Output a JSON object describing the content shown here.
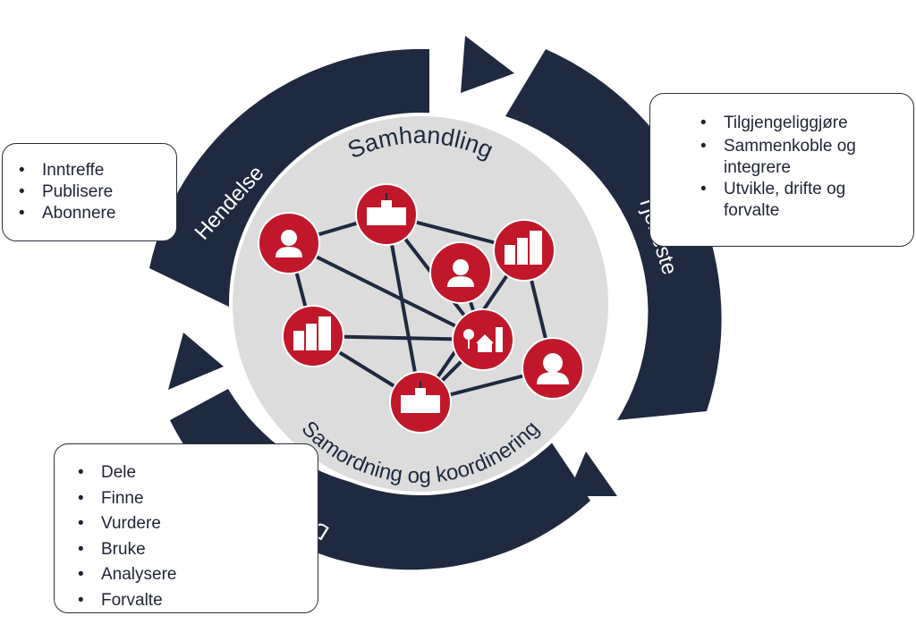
{
  "center_title": "Samhandling",
  "center_subtitle": "Samordning og koordinering",
  "ring_labels": {
    "hendelse": "Hendelse",
    "tjeneste": "Tjeneste",
    "data": "Data"
  },
  "hendelse_box": {
    "items": [
      "Inntreffe",
      "Publisere",
      "Abonnere"
    ]
  },
  "tjeneste_box": {
    "items": [
      "Tilgjengeliggjøre",
      "Sammenkoble og integrere",
      "Utvikle, drifte og forvalte"
    ]
  },
  "data_box": {
    "items": [
      "Dele",
      "Finne",
      "Vurdere",
      "Bruke",
      "Analysere",
      "Forvalte"
    ]
  },
  "colors": {
    "ring": "#1f2a40",
    "node": "#c0182a",
    "center": "#dcdcdc",
    "edge": "#1f2a40"
  },
  "nodes": [
    {
      "id": "person-woman",
      "icon": "person-icon"
    },
    {
      "id": "building-top",
      "icon": "municipality-building-icon"
    },
    {
      "id": "person-man",
      "icon": "person-icon"
    },
    {
      "id": "office-top-right",
      "icon": "office-buildings-icon"
    },
    {
      "id": "office-left",
      "icon": "office-buildings-icon"
    },
    {
      "id": "house-town",
      "icon": "house-tree-icon"
    },
    {
      "id": "person-curly",
      "icon": "person-icon"
    },
    {
      "id": "building-bottom",
      "icon": "municipality-building-icon"
    }
  ]
}
